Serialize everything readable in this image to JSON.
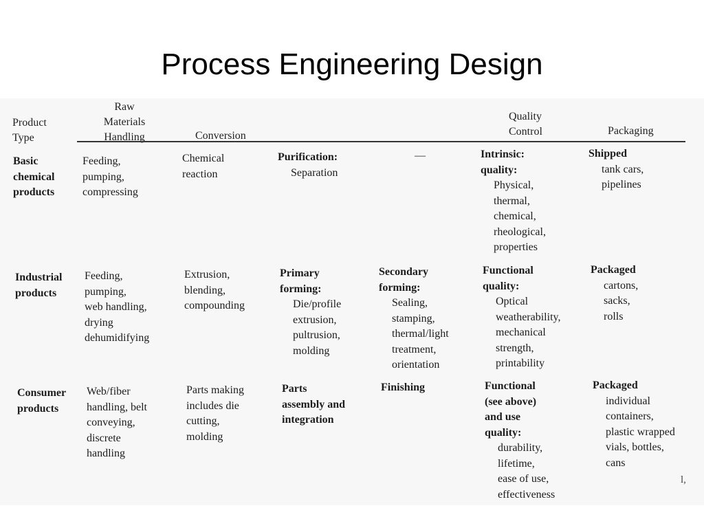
{
  "title": "Process Engineering Design",
  "headers": {
    "product_type": "Product\nType",
    "raw_materials": "Raw\nMaterials\nHandling",
    "conversion": "Conversion",
    "quality_control": "Quality\nControl",
    "packaging": "Packaging"
  },
  "rows": [
    {
      "label": [
        "Basic",
        "chemical",
        "products"
      ],
      "raw": [
        "Feeding,",
        "pumping,",
        "compressing"
      ],
      "conversion": [
        "Chemical",
        "reaction"
      ],
      "stage3_head": [
        "Purification:"
      ],
      "stage3_items": [
        "Separation"
      ],
      "stage4_text": "—",
      "qc_head": [
        "Intrinsic:",
        "quality:"
      ],
      "qc_items": [
        "Physical,",
        "thermal,",
        "chemical,",
        "rheological,",
        "properties"
      ],
      "pack_head": [
        "Shipped"
      ],
      "pack_items": [
        "tank cars,",
        "pipelines"
      ]
    },
    {
      "label": [
        "Industrial",
        "products"
      ],
      "raw": [
        "Feeding,",
        "pumping,",
        "web handling,",
        "drying",
        "dehumidifying"
      ],
      "conversion": [
        "Extrusion,",
        "blending,",
        "compounding"
      ],
      "stage3_head": [
        "Primary",
        "forming:"
      ],
      "stage3_items": [
        "Die/profile",
        "extrusion,",
        "pultrusion,",
        "molding"
      ],
      "stage4_head": [
        "Secondary",
        "forming:"
      ],
      "stage4_items": [
        "Sealing,",
        "stamping,",
        "thermal/light",
        "treatment,",
        "orientation"
      ],
      "qc_head": [
        "Functional",
        "quality:"
      ],
      "qc_items": [
        "Optical",
        "weatherability,",
        "mechanical",
        "strength,",
        "printability"
      ],
      "pack_head": [
        "Packaged"
      ],
      "pack_items": [
        "cartons,",
        "sacks,",
        "rolls"
      ]
    },
    {
      "label": [
        "Consumer",
        "products"
      ],
      "raw": [
        "Web/fiber",
        "handling, belt",
        "conveying,",
        "discrete",
        "handling"
      ],
      "conversion": [
        "Parts making",
        "includes die",
        "cutting,",
        "molding"
      ],
      "stage3_head": [
        "Parts",
        "assembly and",
        "integration"
      ],
      "stage4_head": [
        "Finishing"
      ],
      "qc_head": [
        "Functional",
        "(see above)",
        "and use",
        "quality:"
      ],
      "qc_items": [
        "durability,",
        "lifetime,",
        "ease of use,",
        "effectiveness"
      ],
      "pack_head": [
        "Packaged"
      ],
      "pack_items": [
        "individual",
        "containers,",
        "plastic wrapped",
        "vials, bottles,",
        "cans"
      ]
    }
  ],
  "edge_mark": "l,"
}
